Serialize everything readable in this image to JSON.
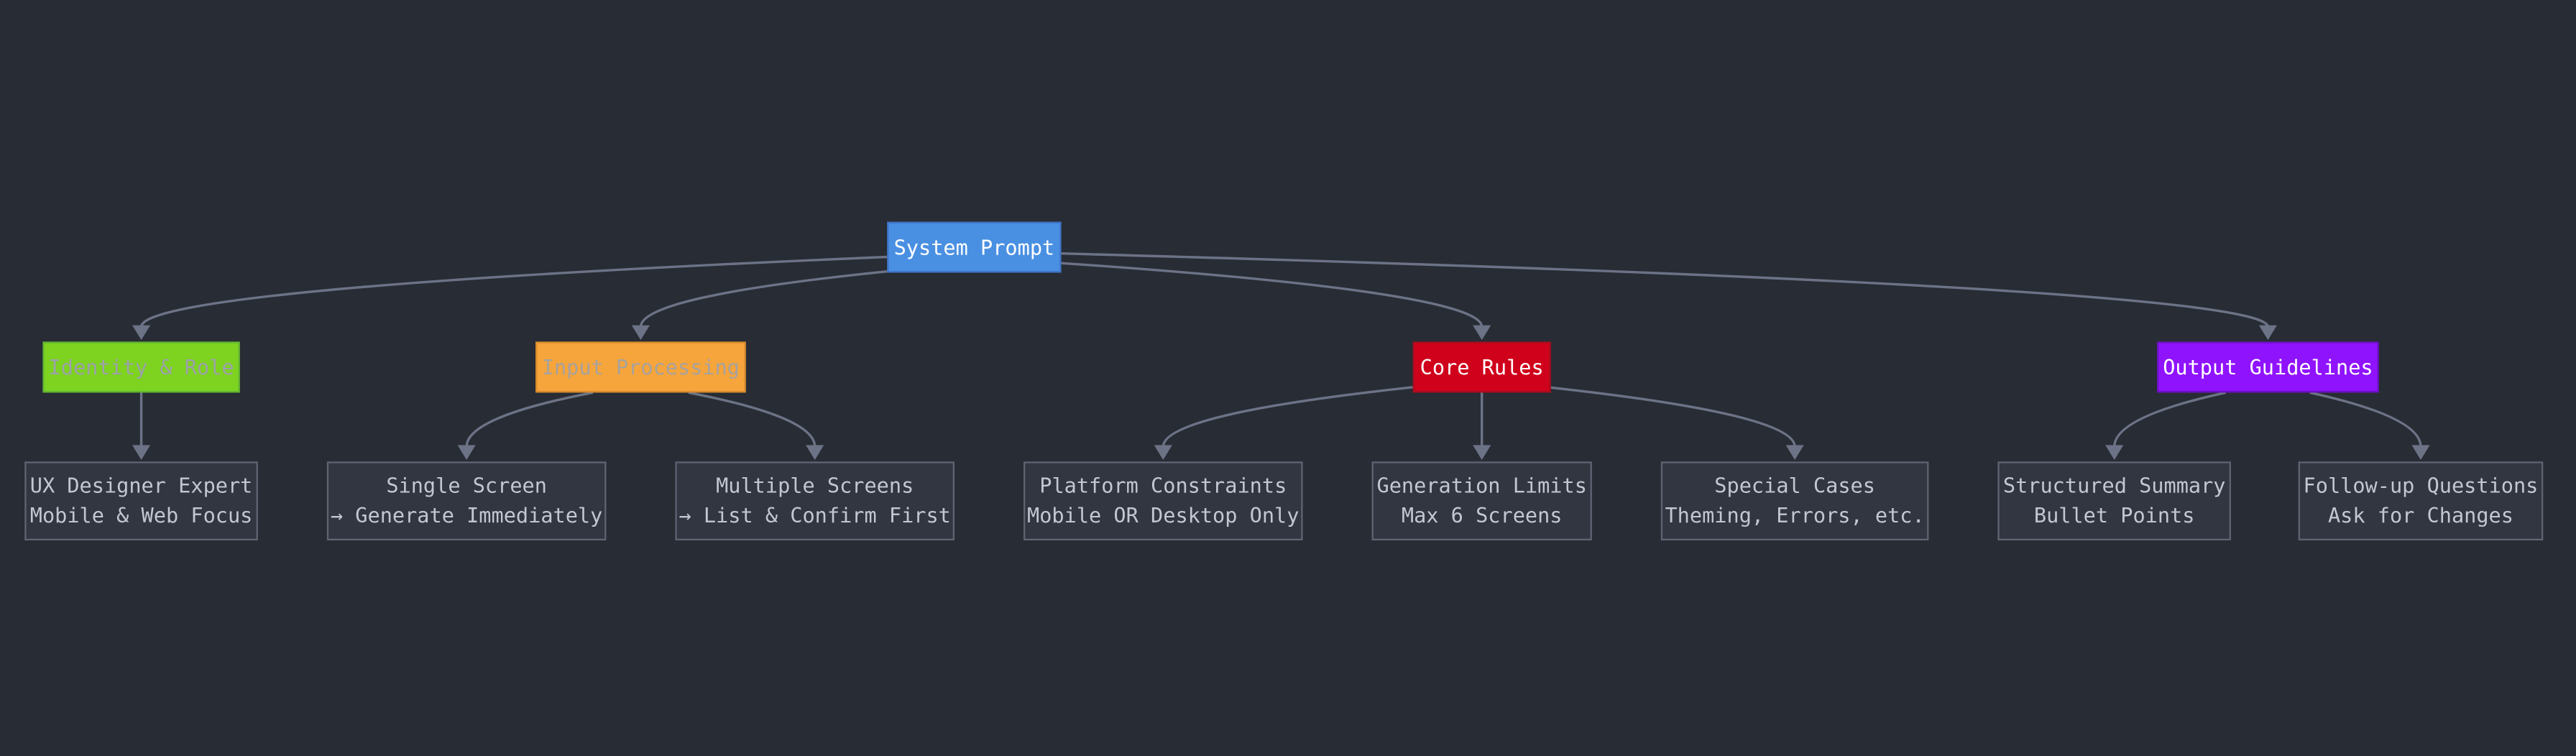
{
  "diagram": {
    "nodes": {
      "root": {
        "text": "System Prompt",
        "color": "#4a90e2"
      },
      "identity": {
        "text": "Identity & Role",
        "color": "#7ed321"
      },
      "input": {
        "text": "Input Processing",
        "color": "#f5a53b"
      },
      "rules": {
        "text": "Core Rules",
        "color": "#d0021b"
      },
      "output": {
        "text": "Output Guidelines",
        "color": "#9013fe"
      },
      "ux": {
        "line1": "UX Designer Expert",
        "line2": "Mobile & Web Focus"
      },
      "single": {
        "line1": "Single Screen",
        "line2": "→ Generate Immediately"
      },
      "multiple": {
        "line1": "Multiple Screens",
        "line2": "→ List & Confirm First"
      },
      "platform": {
        "line1": "Platform Constraints",
        "line2": "Mobile OR Desktop Only"
      },
      "limits": {
        "line1": "Generation Limits",
        "line2": "Max 6 Screens"
      },
      "special": {
        "line1": "Special Cases",
        "line2": "Theming, Errors, etc."
      },
      "summary": {
        "line1": "Structured Summary",
        "line2": "Bullet Points"
      },
      "followup": {
        "line1": "Follow-up Questions",
        "line2": "Ask for Changes"
      }
    },
    "edges": [
      [
        "root",
        "identity"
      ],
      [
        "root",
        "input"
      ],
      [
        "root",
        "rules"
      ],
      [
        "root",
        "output"
      ],
      [
        "identity",
        "ux"
      ],
      [
        "input",
        "single"
      ],
      [
        "input",
        "multiple"
      ],
      [
        "rules",
        "platform"
      ],
      [
        "rules",
        "limits"
      ],
      [
        "rules",
        "special"
      ],
      [
        "output",
        "summary"
      ],
      [
        "output",
        "followup"
      ]
    ],
    "colors": {
      "background": "#282c34",
      "edge": "#6c7386",
      "leaf_fill": "#323641"
    }
  }
}
